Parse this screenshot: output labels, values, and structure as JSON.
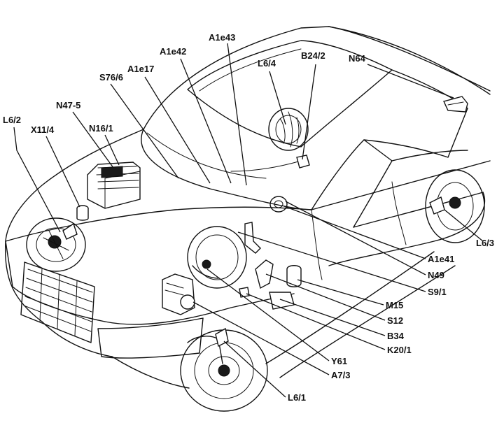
{
  "labels": {
    "A1e43": "A1e43",
    "A1e42": "A1e42",
    "L6_4": "L6/4",
    "B24_2": "B24/2",
    "N64": "N64",
    "A1e17": "A1e17",
    "S76_6": "S76/6",
    "N47_5": "N47-5",
    "L6_2": "L6/2",
    "X11_4": "X11/4",
    "N16_1": "N16/1",
    "L6_3": "L6/3",
    "A1e41": "A1e41",
    "N49": "N49",
    "S9_1": "S9/1",
    "M15": "M15",
    "S12": "S12",
    "B34": "B34",
    "K20_1": "K20/1",
    "Y61": "Y61",
    "A7_3": "A7/3",
    "L6_1": "L6/1"
  }
}
